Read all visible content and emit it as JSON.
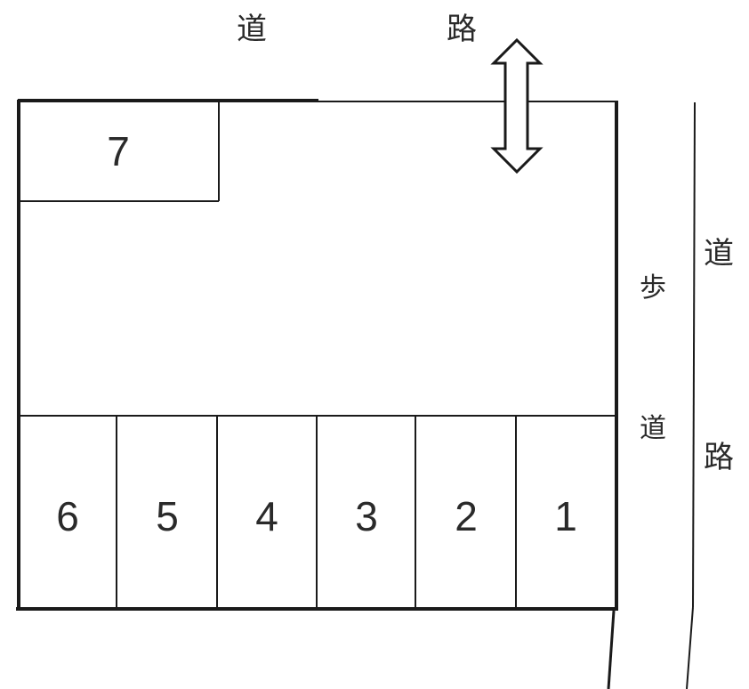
{
  "diagram": {
    "type": "parking-lot-layout",
    "road_top": {
      "char1": "道",
      "char2": "路"
    },
    "road_right": {
      "char1": "道",
      "char2": "路"
    },
    "sidewalk": {
      "char1": "歩",
      "char2": "道"
    },
    "entrance_arrow": "double-vertical-arrow",
    "spaces": [
      {
        "number": "7"
      },
      {
        "number": "6"
      },
      {
        "number": "5"
      },
      {
        "number": "4"
      },
      {
        "number": "3"
      },
      {
        "number": "2"
      },
      {
        "number": "1"
      }
    ],
    "line_color": "#1a1a1a"
  }
}
